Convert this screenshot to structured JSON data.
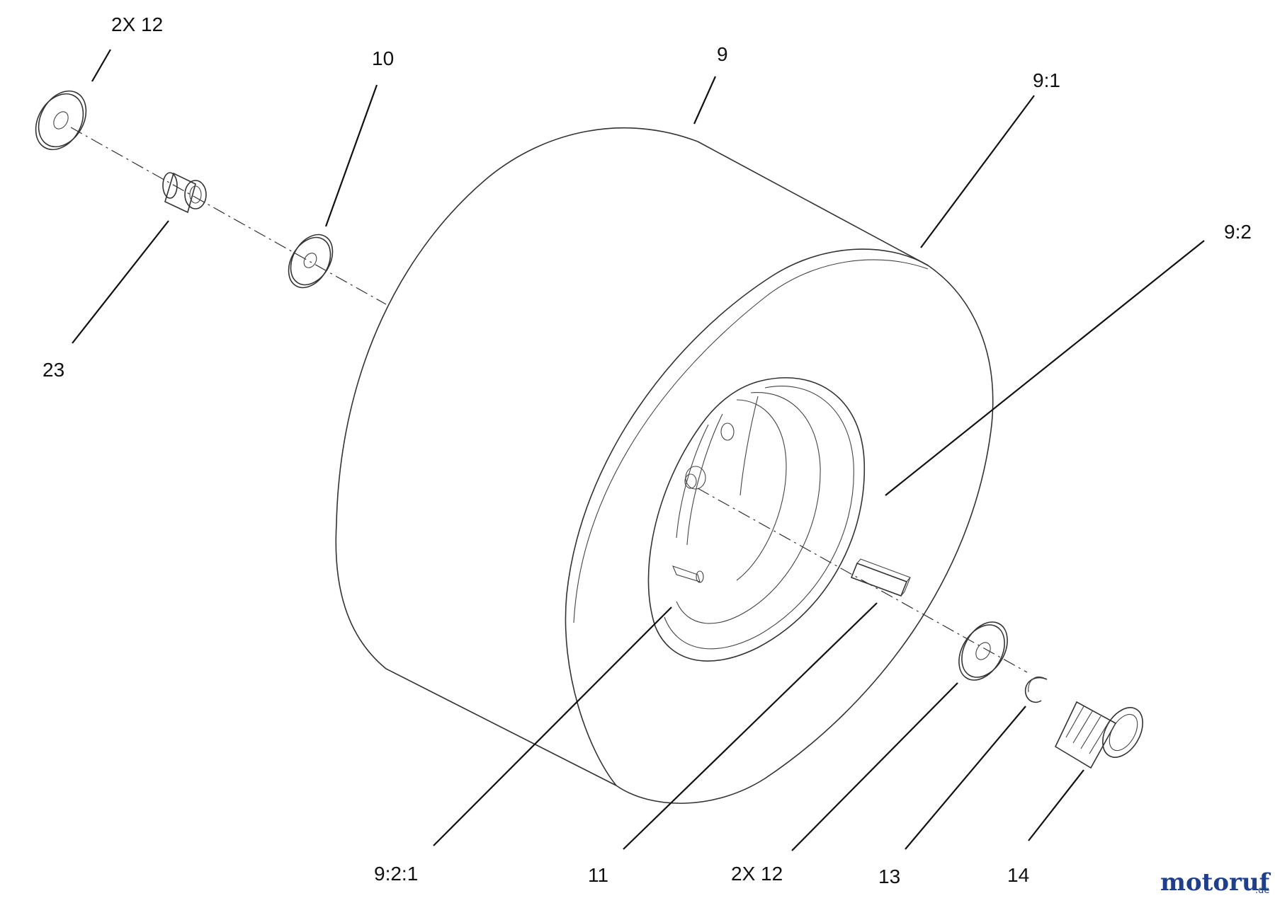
{
  "callouts": {
    "c_2x12_top": "2X 12",
    "c_10": "10",
    "c_9": "9",
    "c_9_1": "9:1",
    "c_9_2": "9:2",
    "c_23": "23",
    "c_9_2_1": "9:2:1",
    "c_11": "11",
    "c_2x12_bottom": "2X 12",
    "c_13": "13",
    "c_14": "14"
  },
  "watermark": {
    "name": "motoruf",
    "suffix": ".de",
    "color_primary": "#1f3f8a",
    "color_accent": "#c8322a"
  }
}
